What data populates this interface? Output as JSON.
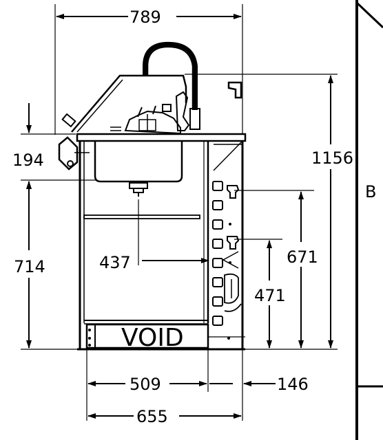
{
  "dimensions": {
    "overall_width_top": "789",
    "splashback_height": "194",
    "overall_height": "1156",
    "side_letter": "B",
    "counter_height": "714",
    "waste_offset": "437",
    "outlet_height_upper": "671",
    "outlet_height_lower": "471",
    "cabinet_width": "509",
    "side_depth": "146",
    "base_width": "655"
  },
  "labels": {
    "void": "VOID"
  },
  "colors": {
    "line": "#000000",
    "background": "#ffffff"
  }
}
